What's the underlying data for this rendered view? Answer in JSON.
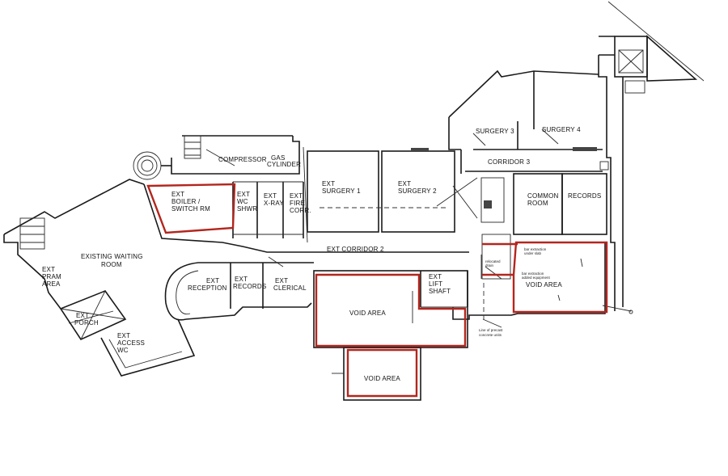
{
  "rooms": {
    "existing_waiting_room": [
      "EXISTING WAITING",
      "ROOM"
    ],
    "ext_pram_area": [
      "EXT",
      "PRAM",
      "AREA"
    ],
    "ext_porch": [
      "EXT",
      "PORCH"
    ],
    "ext_access_wc": [
      "EXT",
      "ACCESS",
      "WC"
    ],
    "ext_boiler_switch_rm": [
      "EXT",
      "BOILER /",
      "SWITCH RM"
    ],
    "ext_wc_shwr": [
      "EXT",
      "WC",
      "SHWR"
    ],
    "ext_xray": [
      "EXT",
      "X-RAY"
    ],
    "ext_fire_corr": [
      "EXT",
      "FIRE",
      "CORR."
    ],
    "compressor": "COMPRESSOR",
    "gas_cylinder": [
      "GAS",
      "CYLINDER"
    ],
    "ext_surgery_1": [
      "EXT",
      "SURGERY 1"
    ],
    "ext_surgery_2": [
      "EXT",
      "SURGERY 2"
    ],
    "surgery_3": "SURGERY 3",
    "surgery_4": "SURGERY 4",
    "corridor_3": "CORRIDOR 3",
    "common_room": [
      "COMMON",
      "ROOM"
    ],
    "records": "RECORDS",
    "ext_corridor_2": "EXT CORRIDOR 2",
    "ext_reception": [
      "EXT",
      "RECEPTION"
    ],
    "ext_records": [
      "EXT",
      "RECORDS"
    ],
    "ext_clerical": [
      "EXT",
      "CLERICAL"
    ],
    "void_area_main": "VOID AREA",
    "void_area_lower": "VOID AREA",
    "void_area_right": "VOID AREA",
    "ext_lift_shaft": [
      "EXT",
      "LIFT",
      "SHAFT"
    ]
  },
  "annotations": {
    "line_of_precast": [
      "Line of precast",
      "concrete units"
    ],
    "bar_extraction_1": [
      "bar extraction",
      "under slab"
    ],
    "bar_extraction_2": [
      "bar extraction",
      "added equipment"
    ],
    "relocated": [
      "relocated",
      "drain"
    ]
  },
  "colors": {
    "highlight": "#b3261e",
    "lines": "#1a1a1a"
  }
}
